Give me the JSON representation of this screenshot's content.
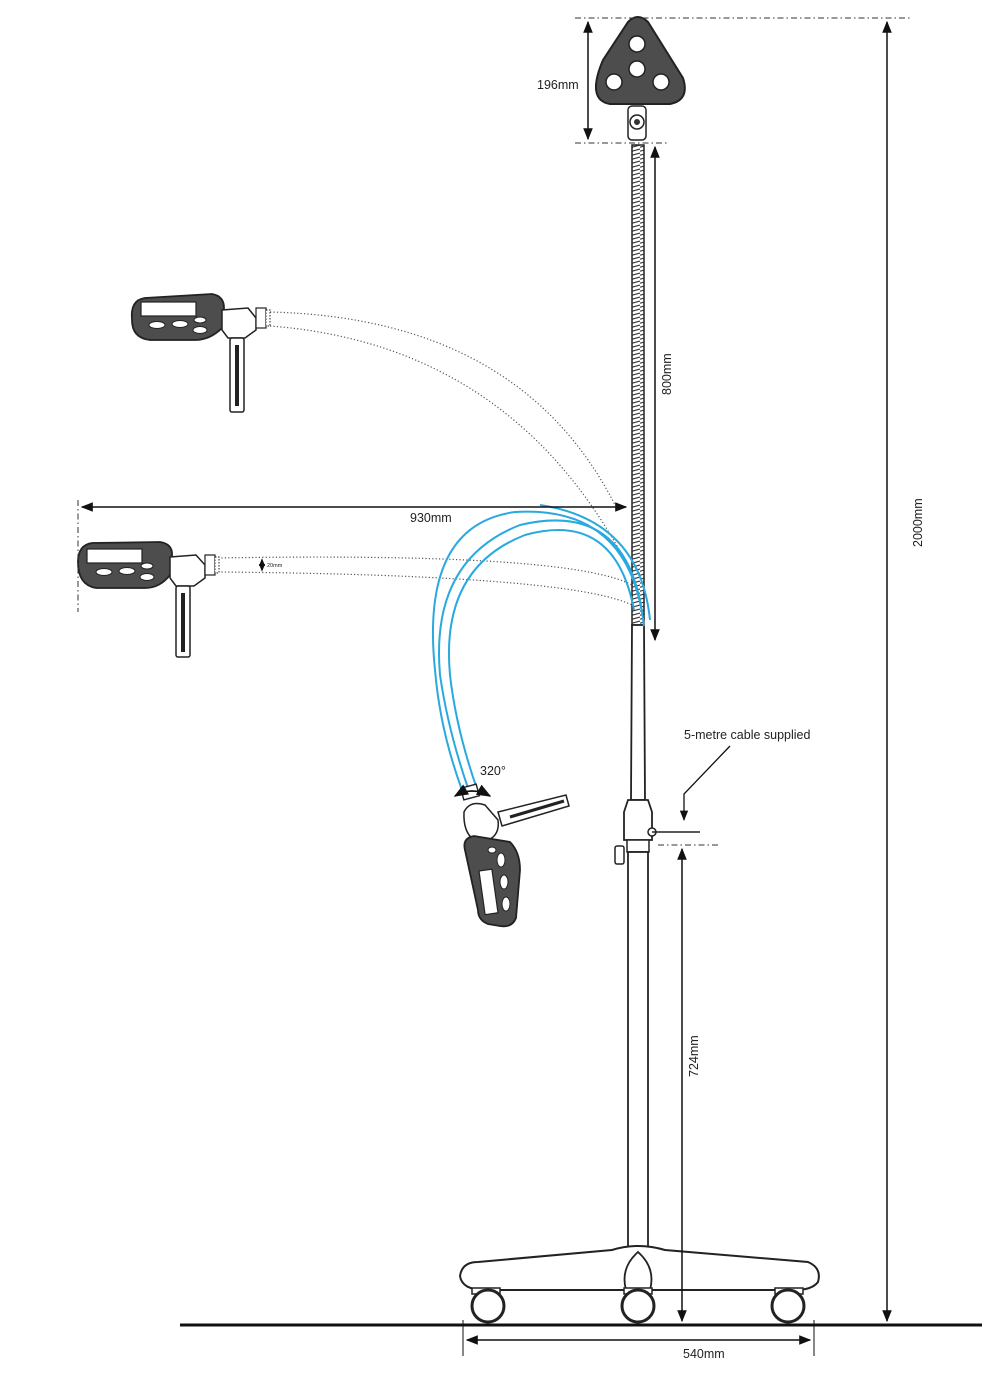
{
  "dimensions": {
    "head_height": "196mm",
    "gooseneck_length": "800mm",
    "total_height": "2000mm",
    "horizontal_reach": "930mm",
    "arm_offset": "20mm",
    "base_height": "724mm",
    "base_width": "540mm",
    "rotation": "320°"
  },
  "annotations": {
    "cable": "5-metre cable supplied"
  },
  "colors": {
    "ink": "#2a2a2a",
    "head_fill": "#4d4d4d",
    "highlight": "#29a9e0"
  }
}
